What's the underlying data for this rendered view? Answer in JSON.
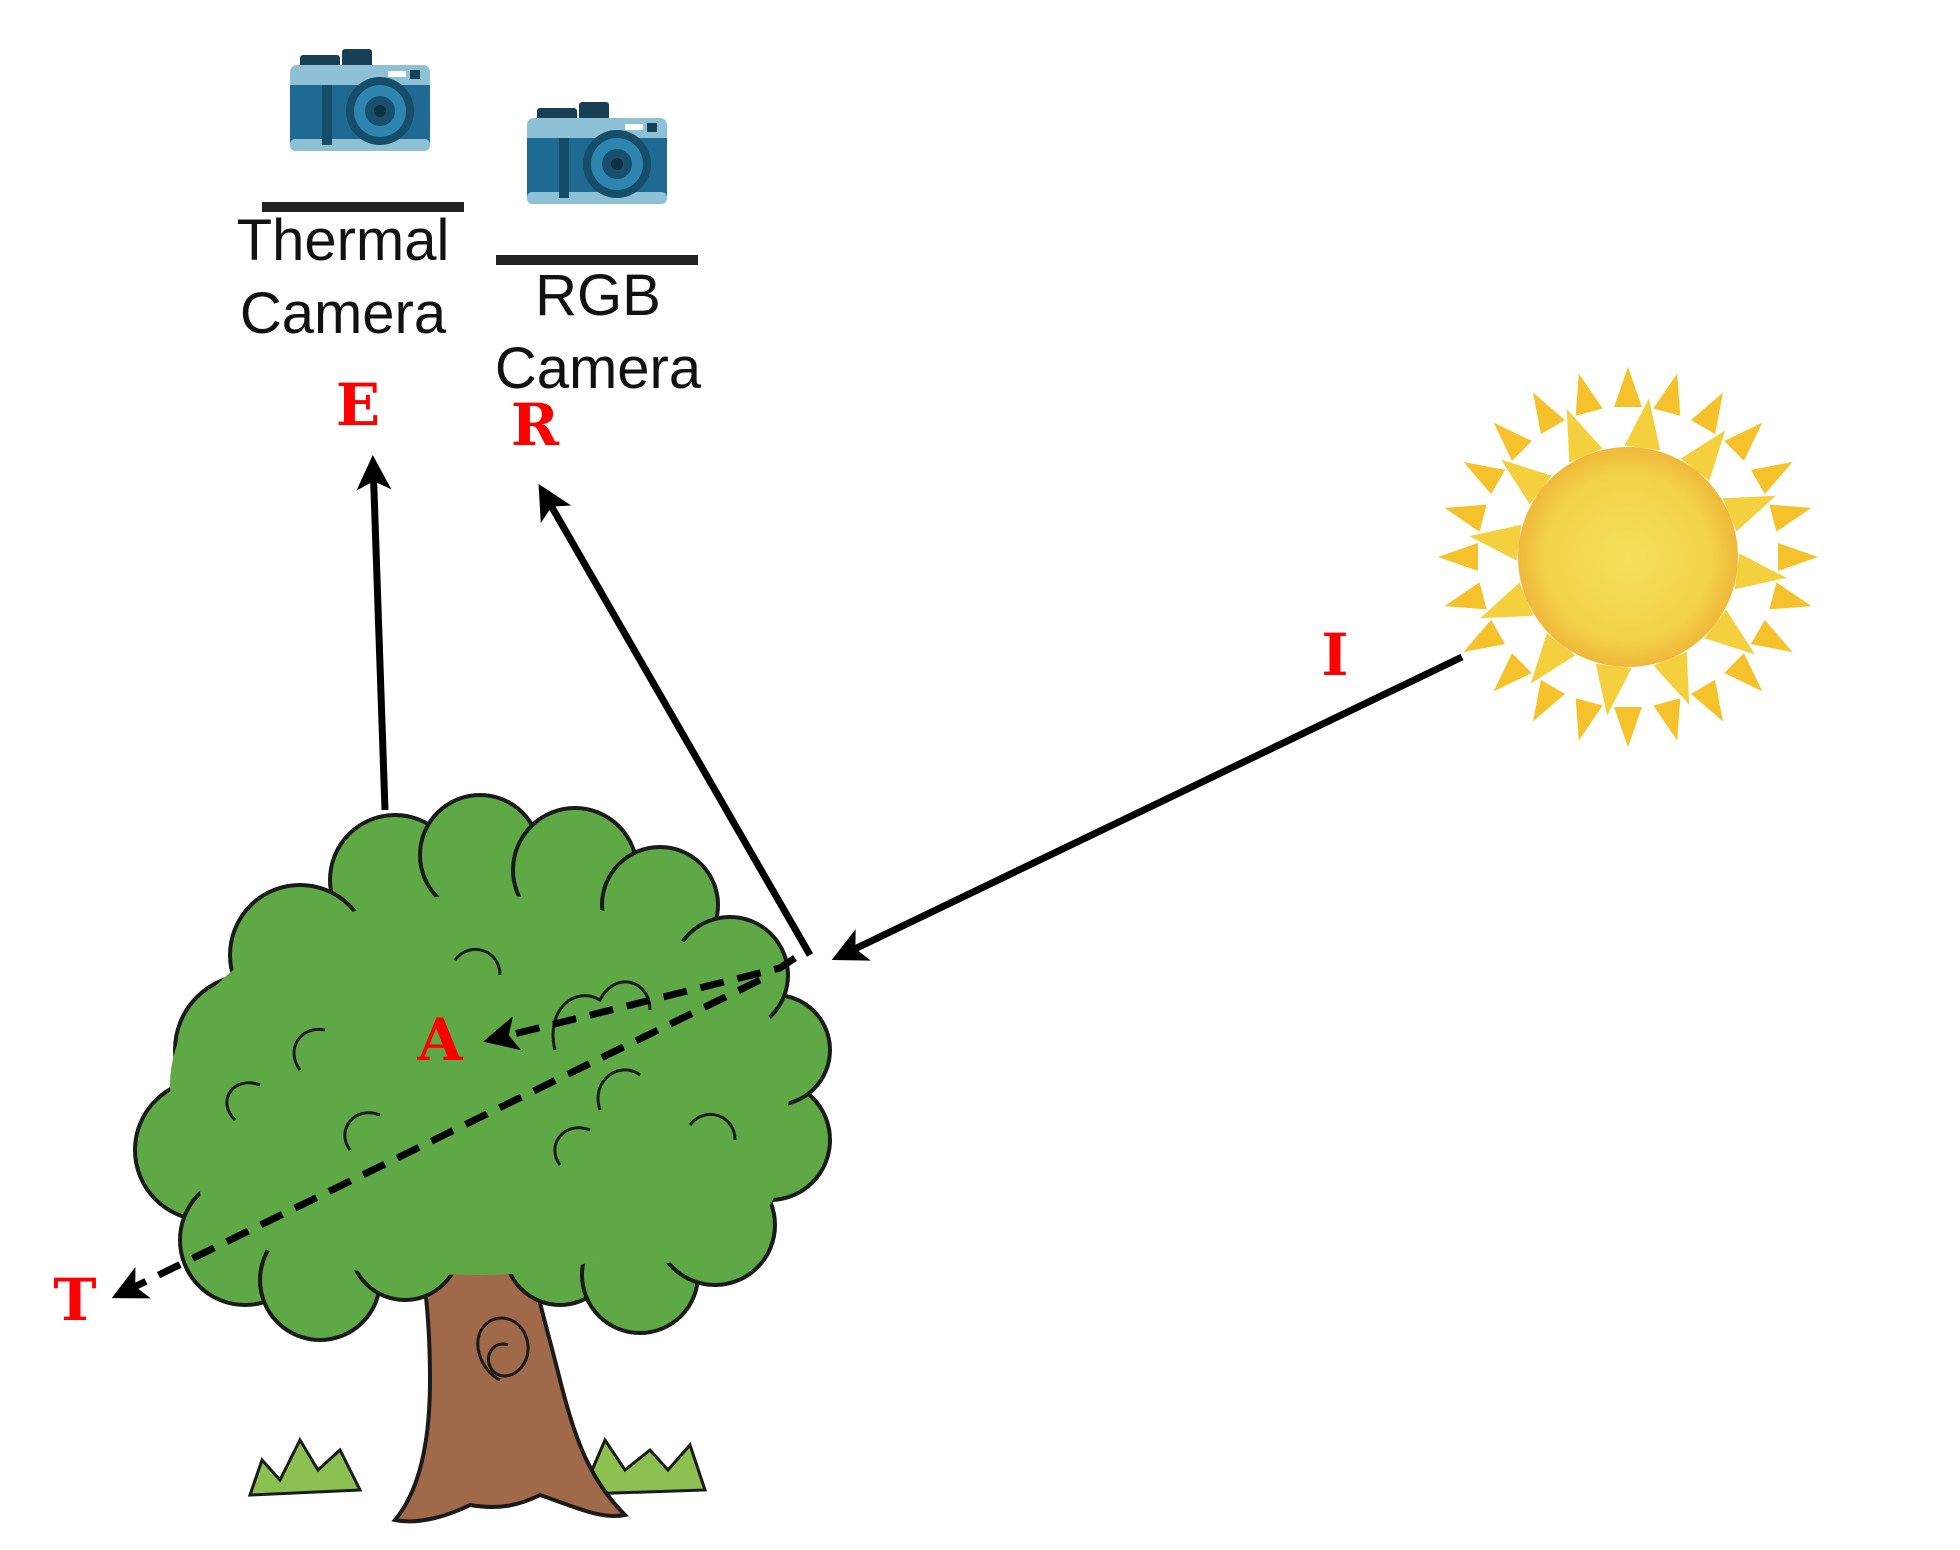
{
  "cameras": {
    "thermal": {
      "line1": "Thermal",
      "line2": "Camera"
    },
    "rgb": {
      "line1": "RGB",
      "line2": "Camera"
    }
  },
  "labels": {
    "emitted": "E",
    "reflected": "R",
    "incident": "I",
    "absorbed": "A",
    "transmitted": "T"
  },
  "colors": {
    "label": "#ff0000",
    "arrow": "#000000",
    "camera_body": "#1e6a92",
    "camera_top": "#8fc1d6",
    "leaf": "#5ea845",
    "trunk": "#a0694a",
    "sun": "#f2d54a",
    "sun_rays": "#f6c22c",
    "grass": "#8cc152"
  }
}
